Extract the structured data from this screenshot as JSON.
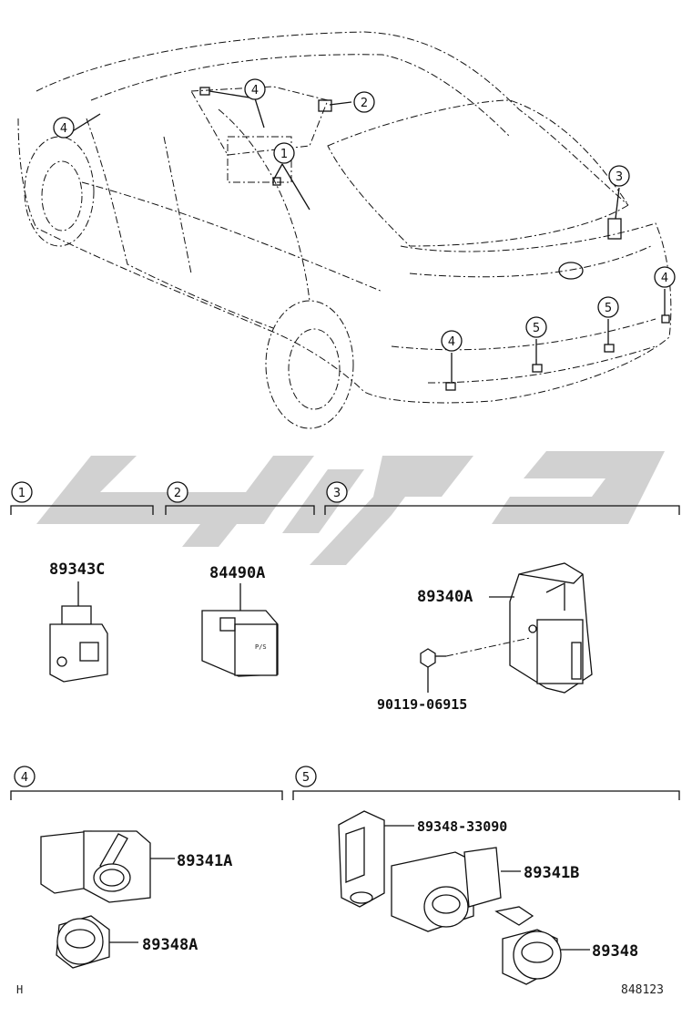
{
  "callouts": [
    "1",
    "2",
    "3",
    "4",
    "5"
  ],
  "sections": [
    {
      "id": "1",
      "parts": [
        "89343C"
      ]
    },
    {
      "id": "2",
      "parts": [
        "84490A"
      ]
    },
    {
      "id": "3",
      "parts": [
        "89340A",
        "90119-06915"
      ]
    },
    {
      "id": "4",
      "parts": [
        "89341A",
        "89348A"
      ]
    },
    {
      "id": "5",
      "parts": [
        "89348-33090",
        "89341B",
        "89348"
      ]
    }
  ],
  "corner_left": "H",
  "figure_number": "848123"
}
